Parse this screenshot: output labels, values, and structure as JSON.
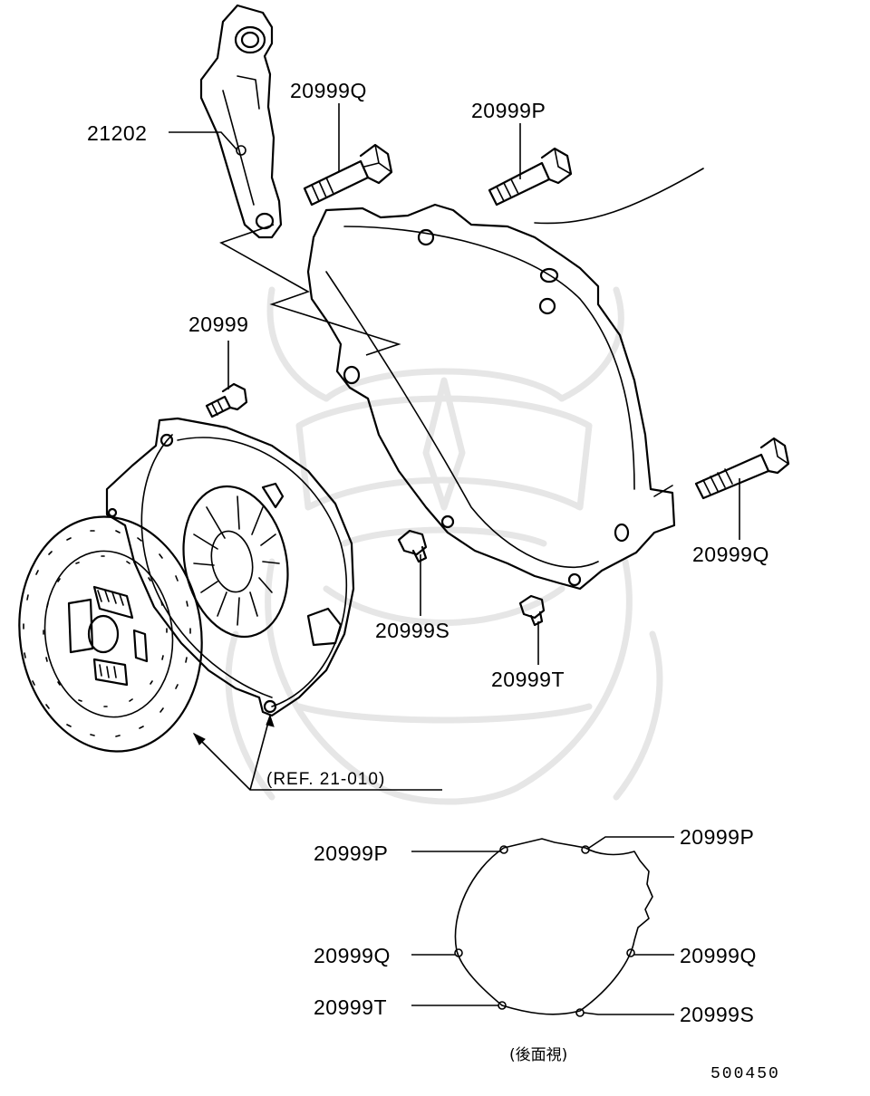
{
  "labels": {
    "bracket": "21202",
    "bolt_top_left": "20999Q",
    "bolt_top_right": "20999P",
    "bolt_cover": "20999",
    "bolt_right": "20999Q",
    "bolt_s": "20999S",
    "bolt_t": "20999T",
    "reference": "(REF. 21-010)"
  },
  "rear_view": {
    "left_top": "20999P",
    "right_top": "20999P",
    "left_mid": "20999Q",
    "right_mid": "20999Q",
    "left_bottom": "20999T",
    "right_bottom": "20999S",
    "caption": "(後面視)"
  },
  "drawing_number": "500450"
}
